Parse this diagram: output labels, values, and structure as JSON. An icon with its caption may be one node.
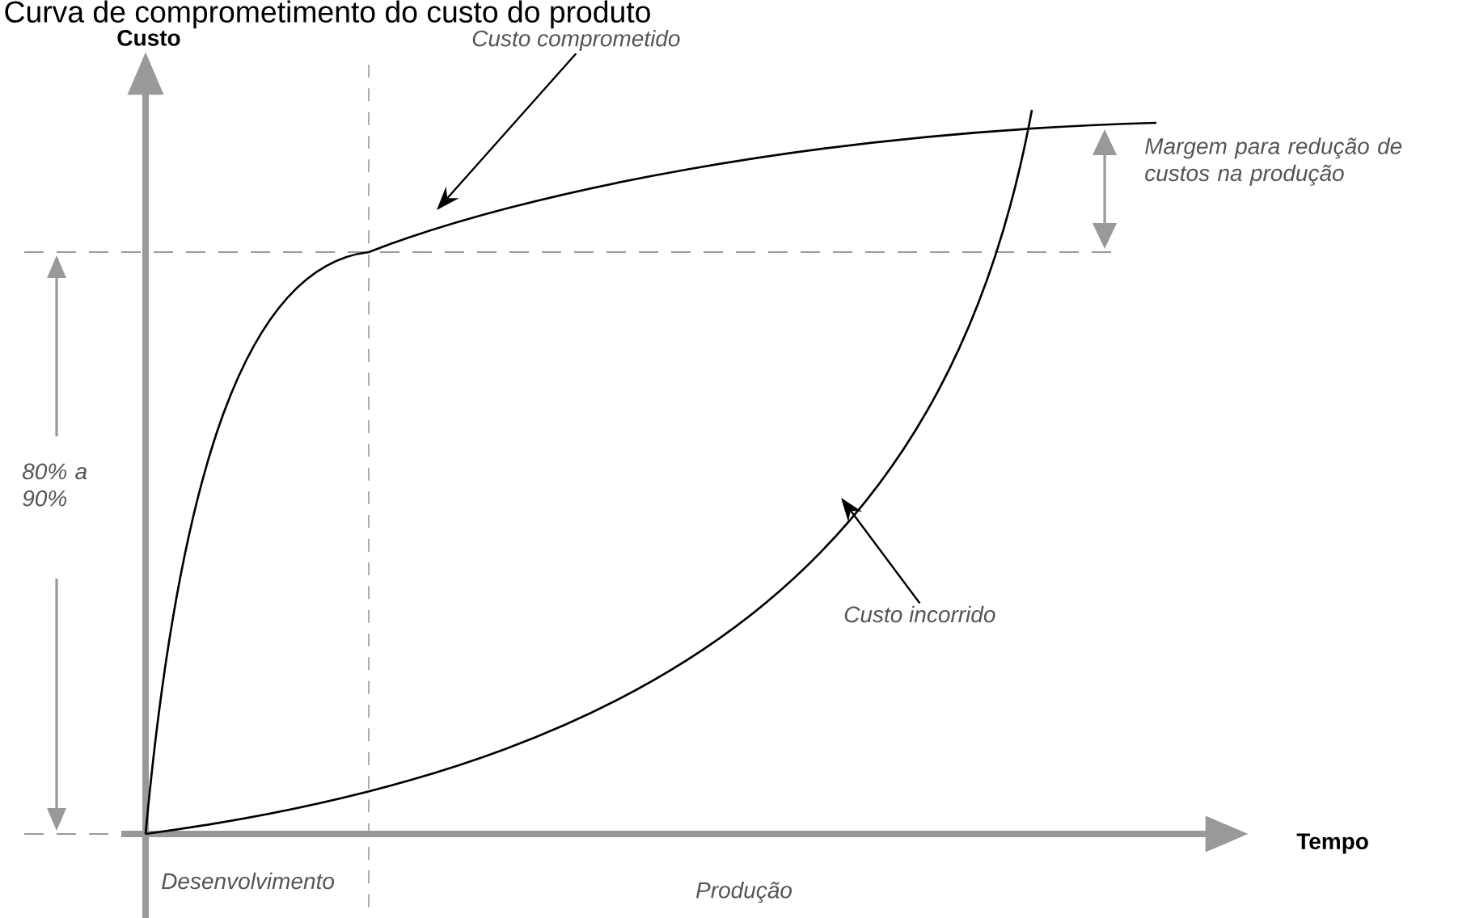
{
  "diagram": {
    "title": "Curva de comprometimento do custo do produto",
    "nodes": [
      {
        "text": [
          "Custo comprometido"
        ]
      },
      {
        "text": [
          "Custo incorrido"
        ]
      }
    ],
    "edges": [
      {
        "from": 0,
        "to": null,
        "arrow": "to"
      },
      {
        "from": 1,
        "to": null,
        "arrow": "to"
      }
    ],
    "labels": [
      "Custo",
      "Margem para redução de custos na produção",
      "80% a 90%",
      "Tempo",
      "Desenvolvimento",
      "Produção"
    ]
  }
}
